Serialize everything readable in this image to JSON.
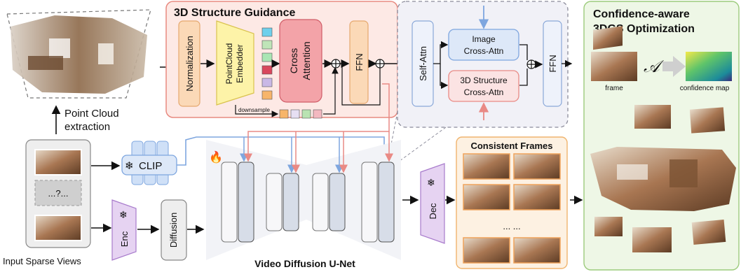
{
  "point_cloud_label": [
    "Point Cloud",
    "extraction"
  ],
  "input_label": "Input Sparse Views",
  "input_placeholder": "...?...",
  "clip_label": "CLIP",
  "enc_label": "Enc",
  "diffusion_label": "Diffusion",
  "unet_label": "Video Diffusion U-Net",
  "dec_label": "Dec",
  "structure_guidance": {
    "title": "3D Structure Guidance",
    "normalization": "Normalization",
    "embedder": [
      "PointCloud",
      "Embedder"
    ],
    "cross_attention": [
      "Cross",
      "Attention"
    ],
    "ffn": "FFN",
    "downsample": "downsample"
  },
  "detail": {
    "self_attn": "Self-Attn",
    "image_cross": [
      "Image",
      "Cross-Attn"
    ],
    "structure_cross": [
      "3D Structure",
      "Cross-Attn"
    ],
    "ffn": "FFN"
  },
  "consistent_frames": {
    "title": "Consistent Frames",
    "ellipsis": "... ..."
  },
  "confidence": {
    "title": [
      "Confidence-aware",
      "3DGS Optimization"
    ],
    "operator": "𝒜",
    "frame_label": "frame",
    "map_label": "confidence map"
  },
  "colors": {
    "guidance_fill": "#fde9e5",
    "guidance_border": "#e88a80",
    "confidence_fill": "#eef7e6",
    "confidence_border": "#9ccb7c",
    "frames_fill": "#fdf1e2",
    "frames_border": "#f0b46e",
    "blue_arrow": "#7ea6df",
    "red_arrow": "#e98a85",
    "enc_fill": "#e6d3f2",
    "clip_fill": "#cfe0f7"
  }
}
